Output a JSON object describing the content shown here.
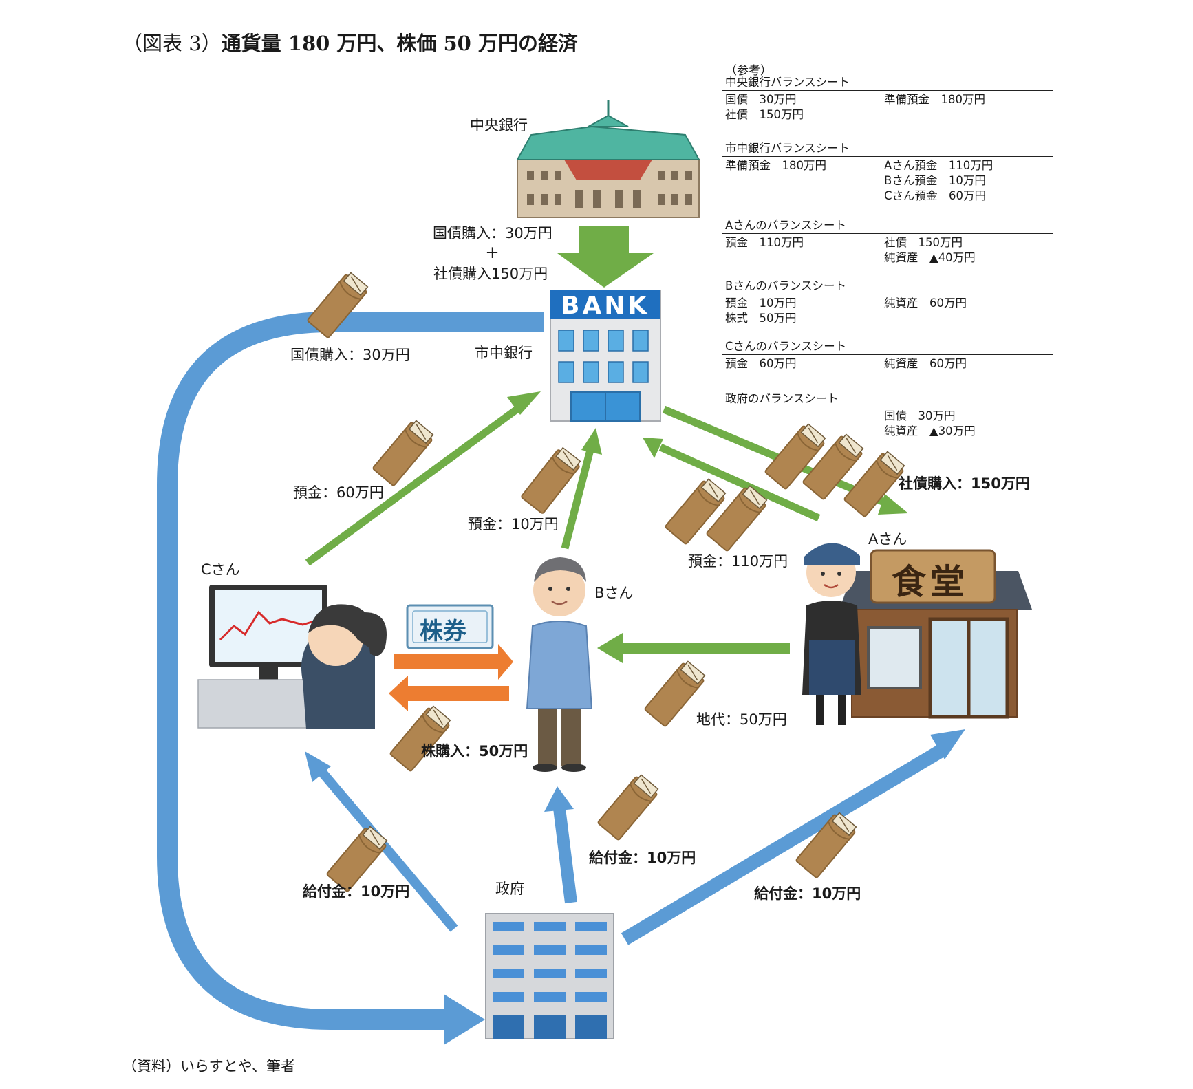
{
  "title": {
    "prefix": "（図表 3）",
    "main": "通貨量 180 万円、株価 50 万円の経済"
  },
  "source": "（資料）いらすとや、筆者",
  "balance_sheets": {
    "header": "（参考）",
    "central_bank": {
      "title": "中央銀行バランスシート",
      "assets": [
        "国債　30万円",
        "社債　150万円"
      ],
      "liabilities": [
        "準備預金　180万円"
      ]
    },
    "commercial_bank": {
      "title": "市中銀行バランスシート",
      "assets": [
        "準備預金　180万円"
      ],
      "liabilities": [
        "Aさん預金　110万円",
        "Bさん預金　10万円",
        "Cさん預金　60万円"
      ]
    },
    "person_a": {
      "title": "Aさんのバランスシート",
      "assets": [
        "預金　110万円"
      ],
      "liabilities": [
        "社債　150万円",
        "純資産　▲40万円"
      ]
    },
    "person_b": {
      "title": "Bさんのバランスシート",
      "assets": [
        "預金　10万円",
        "株式　50万円"
      ],
      "liabilities": [
        "純資産　60万円"
      ]
    },
    "person_c": {
      "title": "Cさんのバランスシート",
      "assets": [
        "預金　60万円"
      ],
      "liabilities": [
        "純資産　60万円"
      ]
    },
    "government": {
      "title": "政府のバランスシート",
      "assets": [],
      "liabilities": [
        "国債　30万円",
        "純資産　▲30万円"
      ]
    }
  },
  "actors": {
    "central_bank": "中央銀行",
    "commercial_bank": "市中銀行",
    "bank_sign": "BANK",
    "government": "政府",
    "person_a": "Aさん",
    "person_b": "Bさん",
    "person_c": "Cさん",
    "restaurant_sign": "食堂",
    "stock_certificate": "株券"
  },
  "flows": {
    "cb_purchase_line1": "国債購入：30万円",
    "cb_plus": "＋",
    "cb_purchase_line2": "社債購入150万円",
    "bank_govbond": "国債購入：30万円",
    "deposit_c": "預金：60万円",
    "deposit_b": "預金：10万円",
    "deposit_a": "預金：110万円",
    "corp_bond": "社債購入：150万円",
    "rent": "地代：50万円",
    "stock_purchase": "株購入：50万円",
    "benefit_c": "給付金：10万円",
    "benefit_b": "給付金：10万円",
    "benefit_a": "給付金：10万円"
  },
  "colors": {
    "blue_arrow": "#5b9bd5",
    "green_arrow": "#70ad47",
    "orange_arrow": "#ed7d31",
    "envelope": "#b08550",
    "bank_blue": "#1f6fbf"
  }
}
